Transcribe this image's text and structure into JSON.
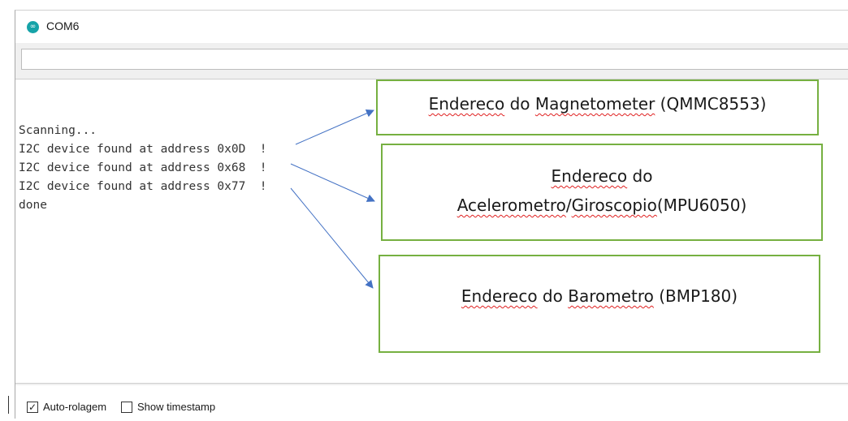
{
  "window": {
    "title": "COM6",
    "app_icon": "arduino-infinity-icon"
  },
  "send_input": {
    "value": "",
    "placeholder": ""
  },
  "serial_monitor": {
    "lines": [
      "Scanning...",
      "I2C device found at address 0x0D  !",
      "I2C device found at address 0x68  !",
      "I2C device found at address 0x77  !",
      "done"
    ]
  },
  "footer": {
    "autoscroll_label": "Auto-rolagem",
    "autoscroll_checked": true,
    "timestamp_label": "Show timestamp",
    "timestamp_checked": false
  },
  "annotations": [
    {
      "parts": [
        [
          "Endereco",
          true
        ],
        [
          " do ",
          false
        ],
        [
          "Magnetometer",
          true
        ],
        [
          " (QMMC8553)",
          false
        ]
      ]
    },
    {
      "line1": [
        [
          "Endereco",
          true
        ],
        [
          " do",
          false
        ]
      ],
      "line2": [
        [
          "Acelerometro",
          true
        ],
        [
          "/",
          false
        ],
        [
          "Giroscopio",
          true
        ],
        [
          "(MPU6050)",
          false
        ]
      ]
    },
    {
      "parts": [
        [
          "Endereco",
          true
        ],
        [
          " do ",
          false
        ],
        [
          "Barometro",
          true
        ],
        [
          " (BMP180)",
          false
        ]
      ]
    }
  ],
  "colors": {
    "callout_border": "#76b041",
    "arrow": "#4472c4",
    "spellcheck_underline": "#e02020",
    "arduino_teal": "#16a3a8"
  }
}
